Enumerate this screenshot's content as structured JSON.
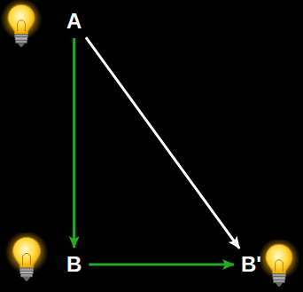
{
  "diagram": {
    "nodes": [
      {
        "text": [
          "A"
        ]
      },
      {
        "text": [
          "B"
        ]
      },
      {
        "text": [
          "B'"
        ]
      }
    ],
    "edges": [
      {
        "from": 0,
        "to": 1,
        "arrow": "to"
      },
      {
        "from": 1,
        "to": 2,
        "arrow": "to"
      },
      {
        "from": 0,
        "to": 2,
        "arrow": "to"
      }
    ]
  }
}
